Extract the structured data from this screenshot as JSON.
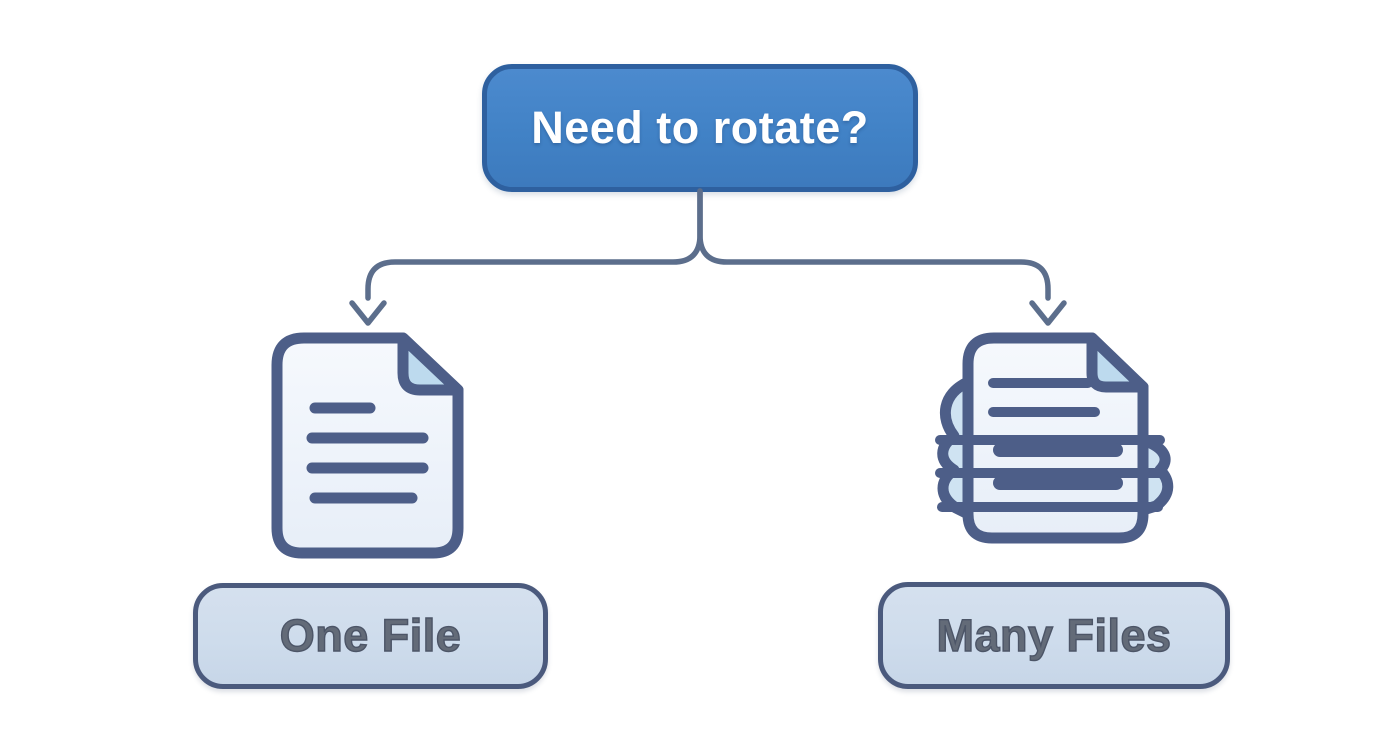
{
  "diagram": {
    "decision_label": "Need to rotate?",
    "branches": [
      {
        "label": "One File",
        "icon": "single-document-icon"
      },
      {
        "label": "Many Files",
        "icon": "document-stack-icon"
      }
    ],
    "icons": [
      "single-document-icon",
      "document-stack-icon",
      "down-arrow-icon"
    ],
    "colors": {
      "background": "#ffffff",
      "decision_fill": "#4484c8",
      "decision_border": "#2e609f",
      "decision_text": "#ffffff",
      "connector_line": "#5c6e8c",
      "icon_outline": "#4d5e88",
      "icon_paper_fill": "#eef3fa",
      "icon_fold_fill": "#bddaee",
      "option_fill": "#cedcec",
      "option_border": "#4b5a7d",
      "option_text": "#636b78"
    }
  }
}
